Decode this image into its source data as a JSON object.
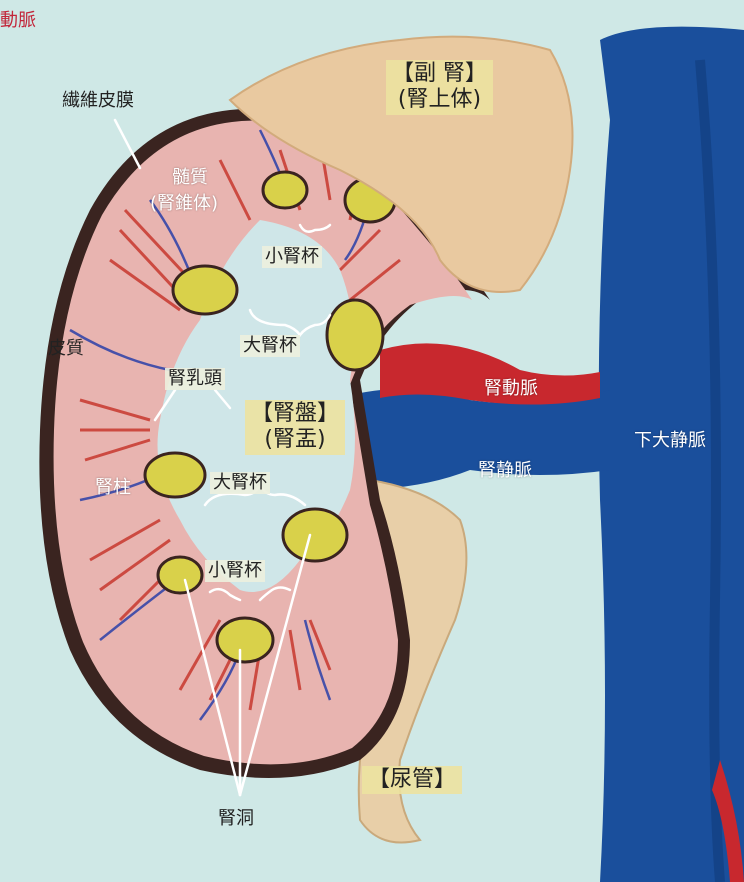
{
  "corner_label": "動脈",
  "labels": {
    "fibrous_capsule": "繊維皮膜",
    "medulla_line1": "髄質",
    "medulla_line2": "(腎錐体)",
    "cortex": "皮質",
    "minor_calyx_top": "小腎杯",
    "major_calyx_top": "大腎杯",
    "renal_papilla": "腎乳頭",
    "renal_pelvis_line1": "【腎盤】",
    "renal_pelvis_line2": "(腎盂)",
    "renal_column": "腎柱",
    "major_calyx_bottom": "大腎杯",
    "minor_calyx_bottom": "小腎杯",
    "renal_sinus": "腎洞",
    "adrenal_line1": "【副 腎】",
    "adrenal_line2": "(腎上体)",
    "renal_artery": "腎動脈",
    "renal_vein": "腎静脈",
    "ivc": "下大静脈",
    "ureter": "【尿管】"
  },
  "colors": {
    "background": "#cfe8e6",
    "cortex": "#e8b4b0",
    "capsule": "#3a2420",
    "pelvis": "#cfe6e8",
    "adrenal": "#e9c9a0",
    "vein": "#1a4f9c",
    "artery": "#c8282e",
    "ureter": "#e8cfa8",
    "label_box": "#ece2a0"
  }
}
